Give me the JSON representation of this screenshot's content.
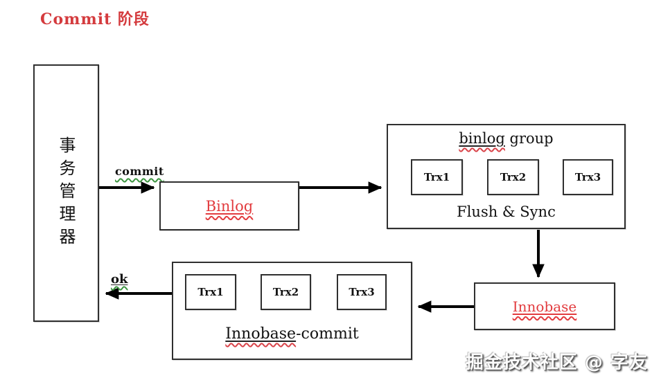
{
  "title": "Commit 阶段",
  "watermark": "掘金技术社区 @ 字友",
  "colors": {
    "accent_red": "#e23b3e",
    "title_red": "#d43b3e",
    "squiggle_green": "#3c9440",
    "line_black": "#000000"
  },
  "nodes": {
    "transaction_manager": {
      "label": "事务管理器"
    },
    "binlog": {
      "label": "Binlog"
    },
    "binlog_group": {
      "title_underlined": "binlog",
      "title_rest": " group",
      "items": [
        "Trx1",
        "Trx2",
        "Trx3"
      ],
      "footer": "Flush & Sync"
    },
    "innobase": {
      "label": "Innobase"
    },
    "innobase_commit": {
      "items": [
        "Trx1",
        "Trx2",
        "Trx3"
      ],
      "label_underlined": "Innobase",
      "label_rest": "-commit"
    }
  },
  "edges": {
    "commit_label": "commit",
    "ok_label": "ok"
  }
}
